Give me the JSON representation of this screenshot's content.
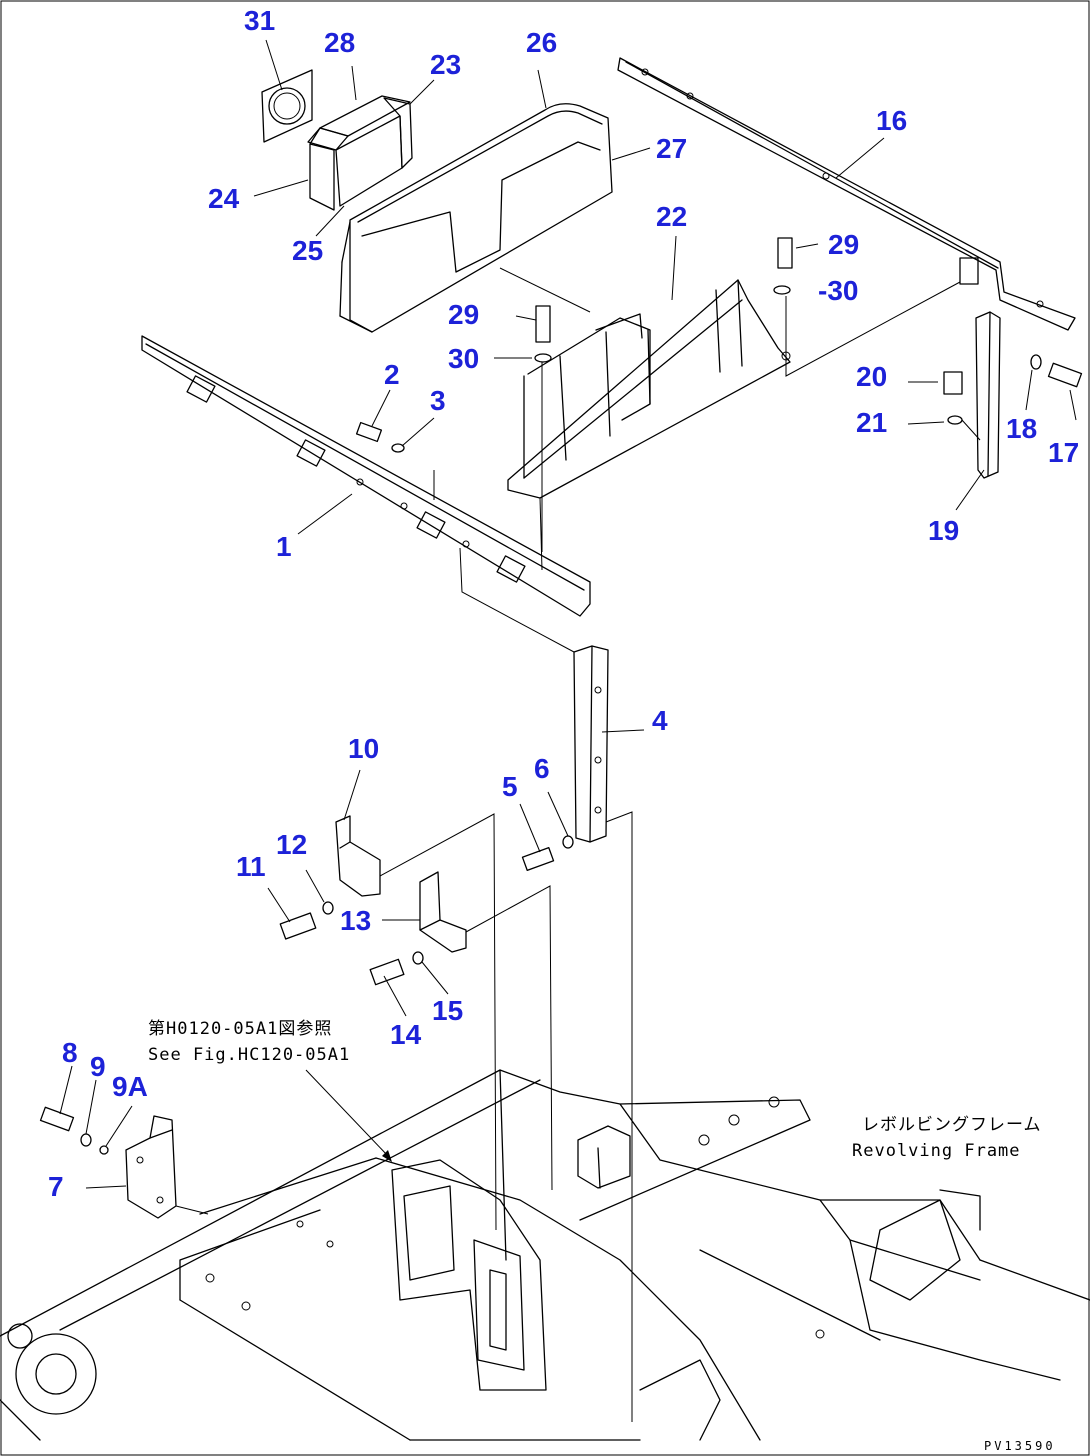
{
  "callouts": [
    {
      "id": "31",
      "label": "31"
    },
    {
      "id": "28",
      "label": "28"
    },
    {
      "id": "23",
      "label": "23"
    },
    {
      "id": "26",
      "label": "26"
    },
    {
      "id": "27",
      "label": "27"
    },
    {
      "id": "24",
      "label": "24"
    },
    {
      "id": "25",
      "label": "25"
    },
    {
      "id": "16",
      "label": "16"
    },
    {
      "id": "22",
      "label": "22"
    },
    {
      "id": "29a",
      "label": "29"
    },
    {
      "id": "30a",
      "label": "-30"
    },
    {
      "id": "29b",
      "label": "29"
    },
    {
      "id": "30b",
      "label": "30"
    },
    {
      "id": "2",
      "label": "2"
    },
    {
      "id": "3",
      "label": "3"
    },
    {
      "id": "20",
      "label": "20"
    },
    {
      "id": "21",
      "label": "21"
    },
    {
      "id": "18",
      "label": "18"
    },
    {
      "id": "17",
      "label": "17"
    },
    {
      "id": "19",
      "label": "19"
    },
    {
      "id": "1",
      "label": "1"
    },
    {
      "id": "4",
      "label": "4"
    },
    {
      "id": "10",
      "label": "10"
    },
    {
      "id": "6",
      "label": "6"
    },
    {
      "id": "5",
      "label": "5"
    },
    {
      "id": "12",
      "label": "12"
    },
    {
      "id": "11",
      "label": "11"
    },
    {
      "id": "13",
      "label": "13"
    },
    {
      "id": "15",
      "label": "15"
    },
    {
      "id": "14",
      "label": "14"
    },
    {
      "id": "8",
      "label": "8"
    },
    {
      "id": "9",
      "label": "9"
    },
    {
      "id": "9A",
      "label": "9A"
    },
    {
      "id": "7",
      "label": "7"
    }
  ],
  "notes": {
    "reference_jp": "第H0120-05A1図参照",
    "reference_en": "See Fig.HC120-05A1",
    "frame_jp": "レボルビングフレーム",
    "frame_en": "Revolving Frame"
  },
  "drawing_code": "PV13590"
}
